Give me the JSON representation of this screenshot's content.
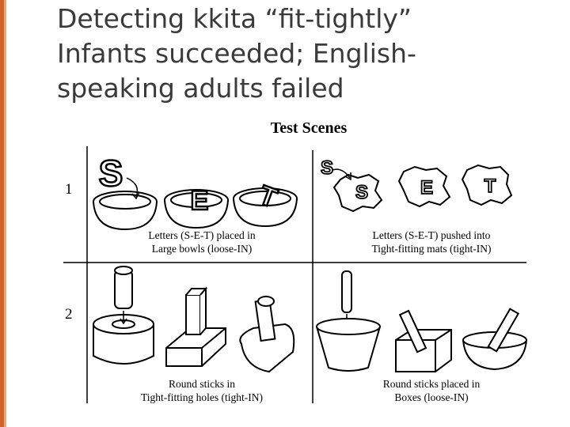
{
  "slide": {
    "title_lines": [
      "Detecting kkita “fit-tightly”",
      "Infants succeeded; English-",
      "speaking adults failed"
    ]
  },
  "figure": {
    "heading": "Test Scenes",
    "row_labels": [
      "1",
      "2"
    ],
    "captions": {
      "r1_left": [
        "Letters (S-E-T) placed in",
        "Large bowls (loose-IN)"
      ],
      "r1_right": [
        "Letters (S-E-T) pushed into",
        "Tight-fitting mats (tight-IN)"
      ],
      "r2_left": [
        "Round sticks in",
        "Tight-fitting holes (tight-IN)"
      ],
      "r2_right": [
        "Round sticks placed in",
        "Boxes (loose-IN)"
      ]
    },
    "drawn_letters": {
      "r1_left": [
        "S",
        "E",
        "T"
      ],
      "r1_right": [
        "S",
        "S",
        "E",
        "T"
      ]
    }
  },
  "colors": {
    "accent": "#d2622a",
    "title_text": "#3a3a3a",
    "ink": "#000000"
  }
}
